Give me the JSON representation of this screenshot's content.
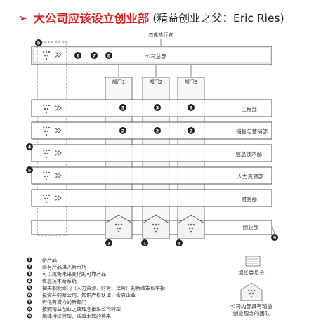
{
  "title": {
    "arrow": "➢",
    "main": "大公司应该设立创业部",
    "sub": "(精益创业之父：Eric Ries)"
  },
  "diagram": {
    "ceo_label": "首席执行官",
    "hq_label": "公司总部",
    "hq_badges": [
      "6",
      "7",
      "8"
    ],
    "departments": [
      "部门1",
      "部门2",
      "部门3"
    ],
    "rows": [
      {
        "label": "工程部",
        "badge": "3"
      },
      {
        "label": "销售与营销部",
        "badge": "2"
      },
      {
        "label": "信息技术部",
        "badge": ""
      },
      {
        "label": "人力资源部",
        "badge": ""
      },
      {
        "label": "财务部",
        "badge": ""
      }
    ],
    "startup_label": "创业部",
    "left_badges": [
      "9",
      "4",
      "5"
    ],
    "bottom_badges": [
      "1",
      "1",
      "1"
    ],
    "right_badge": "9"
  },
  "legend": [
    {
      "num": "1",
      "text": "新产品"
    },
    {
      "num": "2",
      "text": "延有产品进入新市场"
    },
    {
      "num": "3",
      "text": "可以抗衡未来变化的可靠产品"
    },
    {
      "num": "4",
      "text": "信息技术新系统"
    },
    {
      "num": "5",
      "text": "把关职能部门（人力资源、财务、法务）的新政策和举措"
    },
    {
      "num": "6",
      "text": "投资并购新公司、知识产权认证、合资企业"
    },
    {
      "num": "7",
      "text": "孵化有潜力的新部门"
    },
    {
      "num": "8",
      "text": "按照精益创业之路理念推进公司转型"
    },
    {
      "num": "9",
      "text": "规律持续转型，适应未知的将来"
    }
  ],
  "growth_committee": "增长委员会",
  "team_caption": [
    "公司内部具有精益",
    "创业理念的团队"
  ]
}
